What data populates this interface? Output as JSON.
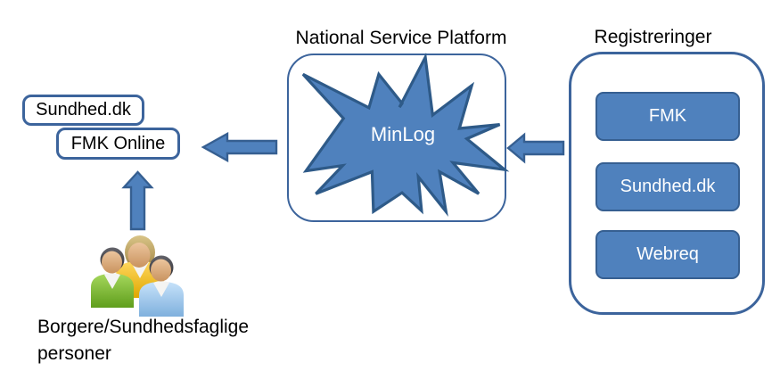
{
  "nsp": {
    "title": "National Service Platform",
    "star_label": "MinLog"
  },
  "registrations": {
    "title": "Registreringer",
    "items": [
      "FMK",
      "Sundhed.dk",
      "Webreq"
    ]
  },
  "clients": [
    "Sundhed.dk",
    "FMK Online"
  ],
  "users": {
    "line1": "Borgere/Sundhedsfaglige",
    "line2": "personer"
  },
  "icons": {
    "users_group": "three-people-icon",
    "star": "explosion-starburst-icon",
    "arrow_left_1": "block-arrow-left-icon",
    "arrow_left_2": "block-arrow-left-icon",
    "arrow_up": "block-arrow-up-icon"
  },
  "colors": {
    "node_fill": "#4f81bd",
    "node_border": "#365f91",
    "container_border": "#3c649c",
    "star_border": "#2e5a88",
    "text_on_blue": "#ffffff",
    "text": "#000000",
    "person_green": "#6fae2a",
    "person_yellow": "#f0bb00",
    "person_blue": "#9cc7ef"
  }
}
